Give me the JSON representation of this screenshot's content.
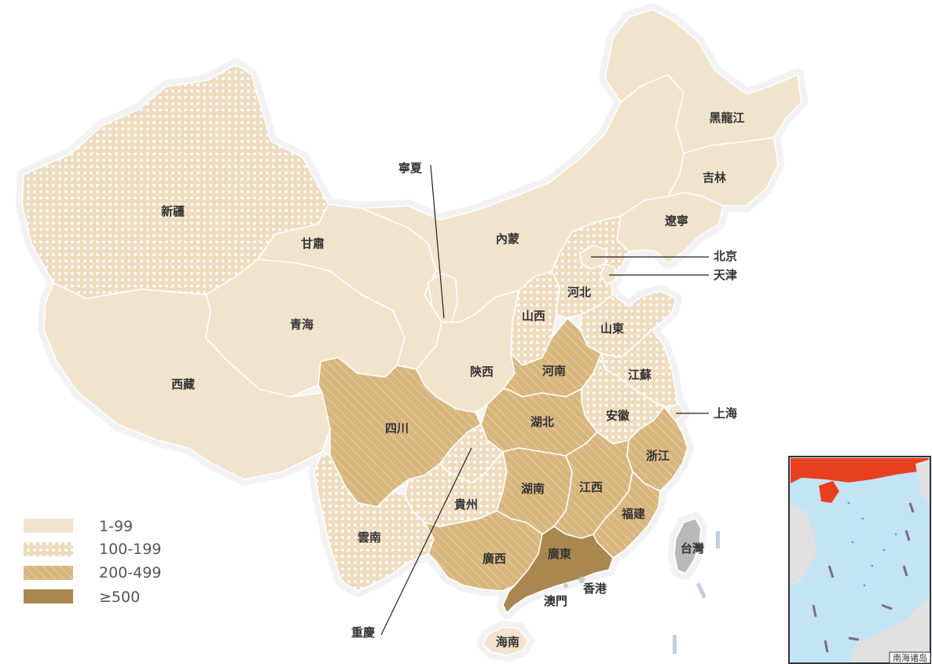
{
  "legend": {
    "items": [
      {
        "key": "t1",
        "label": "1-99"
      },
      {
        "key": "t2",
        "label": "100-199"
      },
      {
        "key": "t3",
        "label": "200-499"
      },
      {
        "key": "t4",
        "label": "≥500"
      }
    ]
  },
  "colors": {
    "t1": "#f1e4cc",
    "t2": "#eedcbf",
    "t2_dots": "#ffffff",
    "t3": "#d7b67e",
    "t3_hatch": "#e8cfa3",
    "t4": "#a9874f",
    "taiwan": "#b8b8b8",
    "outline_glow": "#f2f2f2",
    "inset_sea": "#c2e4f4",
    "inset_land": "#e0e0e0",
    "inset_china": "#e8401f"
  },
  "regions": [
    {
      "id": "xinjiang",
      "name": "新疆",
      "tier": "t2"
    },
    {
      "id": "xizang",
      "name": "西藏",
      "tier": "t1"
    },
    {
      "id": "qinghai",
      "name": "青海",
      "tier": "t1"
    },
    {
      "id": "gansu",
      "name": "甘肅",
      "tier": "t1"
    },
    {
      "id": "neimenggu",
      "name": "內蒙",
      "tier": "t1"
    },
    {
      "id": "heilongjiang",
      "name": "黑龍江",
      "tier": "t1"
    },
    {
      "id": "jilin",
      "name": "吉林",
      "tier": "t1"
    },
    {
      "id": "liaoning",
      "name": "遼寧",
      "tier": "t1"
    },
    {
      "id": "ningxia",
      "name": "寧夏",
      "tier": "t1"
    },
    {
      "id": "beijing",
      "name": "北京",
      "tier": "t1"
    },
    {
      "id": "tianjin",
      "name": "天津",
      "tier": "t1"
    },
    {
      "id": "hebei",
      "name": "河北",
      "tier": "t2"
    },
    {
      "id": "shanxi",
      "name": "山西",
      "tier": "t2"
    },
    {
      "id": "shandong",
      "name": "山東",
      "tier": "t2"
    },
    {
      "id": "shaanxi",
      "name": "陝西",
      "tier": "t1"
    },
    {
      "id": "henan",
      "name": "河南",
      "tier": "t3"
    },
    {
      "id": "jiangsu",
      "name": "江蘇",
      "tier": "t2"
    },
    {
      "id": "shanghai",
      "name": "上海",
      "tier": "t1"
    },
    {
      "id": "anhui",
      "name": "安徽",
      "tier": "t2"
    },
    {
      "id": "hubei",
      "name": "湖北",
      "tier": "t3"
    },
    {
      "id": "sichuan",
      "name": "四川",
      "tier": "t3"
    },
    {
      "id": "chongqing",
      "name": "重慶",
      "tier": "t2"
    },
    {
      "id": "zhejiang",
      "name": "浙江",
      "tier": "t3"
    },
    {
      "id": "guizhou",
      "name": "貴州",
      "tier": "t2"
    },
    {
      "id": "hunan",
      "name": "湖南",
      "tier": "t3"
    },
    {
      "id": "jiangxi",
      "name": "江西",
      "tier": "t3"
    },
    {
      "id": "fujian",
      "name": "福建",
      "tier": "t3"
    },
    {
      "id": "yunnan",
      "name": "雲南",
      "tier": "t2"
    },
    {
      "id": "guangxi",
      "name": "廣西",
      "tier": "t3"
    },
    {
      "id": "guangdong",
      "name": "廣東",
      "tier": "t4"
    },
    {
      "id": "hongkong",
      "name": "香港",
      "tier": "none"
    },
    {
      "id": "macau",
      "name": "澳門",
      "tier": "none"
    },
    {
      "id": "taiwan",
      "name": "台灣",
      "tier": "none"
    },
    {
      "id": "hainan",
      "name": "海南",
      "tier": "t1"
    }
  ],
  "inset": {
    "label": "南海诸岛"
  }
}
